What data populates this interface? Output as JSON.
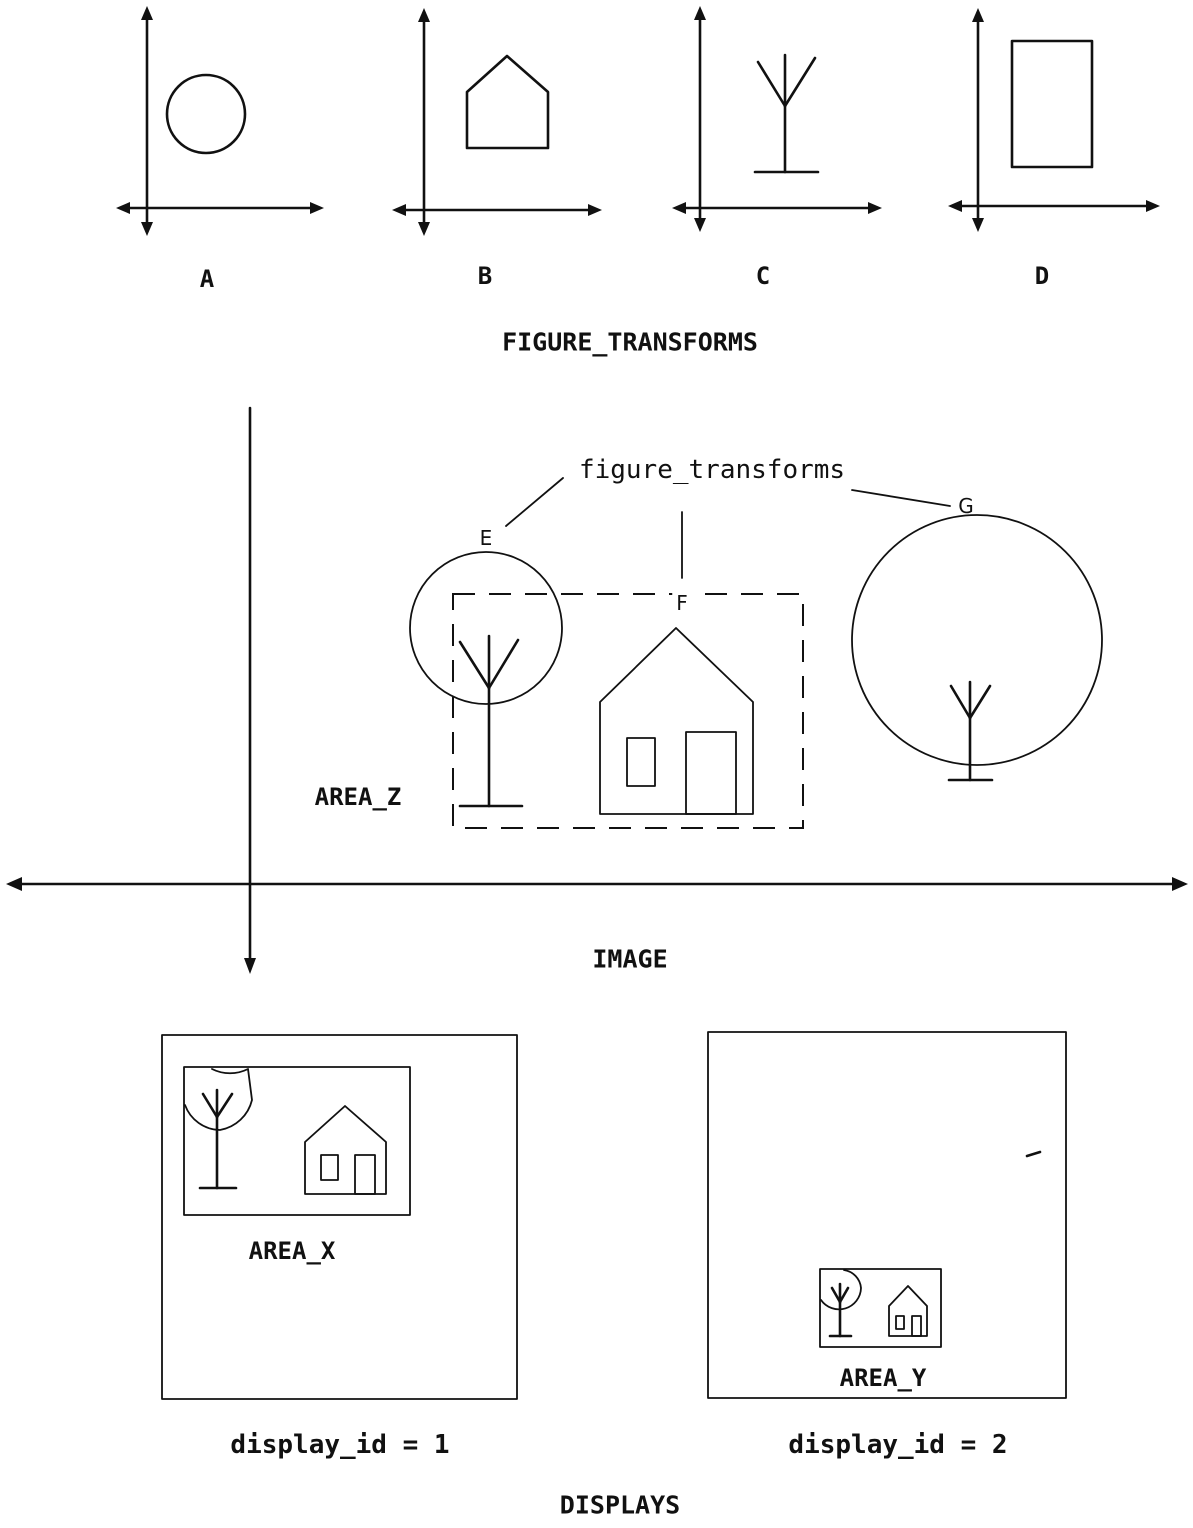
{
  "panels": {
    "a_label": "A",
    "b_label": "B",
    "c_label": "C",
    "d_label": "D"
  },
  "section_titles": {
    "figure_transforms_upper": "FIGURE_TRANSFORMS",
    "image": "IMAGE",
    "displays": "DISPLAYS"
  },
  "image_area": {
    "callout": "figure_transforms",
    "e_label": "E",
    "f_label": "F",
    "g_label": "G",
    "area_label": "AREA_Z"
  },
  "displays": [
    {
      "area_label": "AREA_X",
      "caption": "display_id = 1"
    },
    {
      "area_label": "AREA_Y",
      "caption": "display_id = 2"
    }
  ]
}
